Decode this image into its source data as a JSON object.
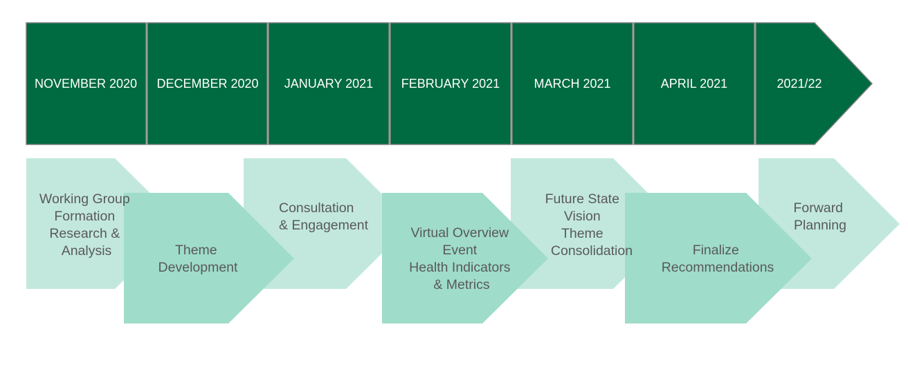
{
  "colors": {
    "header_fill": "#006A40",
    "header_border": "#7f7f7f",
    "phase_light": "#C2E8DD",
    "phase_mid": "#9FDCC9",
    "label_text": "#595959",
    "header_text": "#ffffff"
  },
  "timeline": {
    "months": [
      "NOVEMBER 2020",
      "DECEMBER 2020",
      "JANUARY 2021",
      "FEBRUARY 2021",
      "MARCH 2021",
      "APRIL 2021",
      "2021/22"
    ]
  },
  "phases": [
    {
      "lines": [
        "Working Group",
        "Formation",
        "Research &",
        "Analysis"
      ]
    },
    {
      "lines": [
        "Theme",
        "Development"
      ]
    },
    {
      "lines": [
        "Consultation",
        "& Engagement"
      ]
    },
    {
      "lines": [
        "Virtual Overview",
        "Event",
        "Health Indicators",
        "& Metrics"
      ]
    },
    {
      "lines": [
        "Future State",
        "Vision",
        "Theme",
        "Consolidation"
      ]
    },
    {
      "lines": [
        "Finalize",
        "Recommendations"
      ]
    },
    {
      "lines": [
        "Forward",
        "Planning"
      ]
    }
  ]
}
